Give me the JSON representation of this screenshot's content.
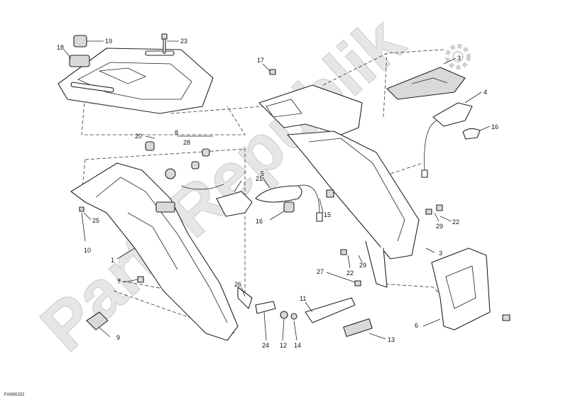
{
  "watermark": {
    "text": "PartsRepublik"
  },
  "drawing_code": "FAN00202",
  "callouts": [
    {
      "id": "c19",
      "text": "19"
    },
    {
      "id": "c23",
      "text": "23"
    },
    {
      "id": "c18",
      "text": "18"
    },
    {
      "id": "c17",
      "text": "17"
    },
    {
      "id": "c3a",
      "text": "3"
    },
    {
      "id": "c4",
      "text": "4"
    },
    {
      "id": "c16a",
      "text": "16"
    },
    {
      "id": "c20",
      "text": "20"
    },
    {
      "id": "c8",
      "text": "8"
    },
    {
      "id": "c28",
      "text": "28"
    },
    {
      "id": "c21",
      "text": "21"
    },
    {
      "id": "c5",
      "text": "5"
    },
    {
      "id": "c16b",
      "text": "16"
    },
    {
      "id": "c15",
      "text": "15"
    },
    {
      "id": "c25",
      "text": "25"
    },
    {
      "id": "c10",
      "text": "10"
    },
    {
      "id": "c1",
      "text": "1"
    },
    {
      "id": "c22a",
      "text": "22"
    },
    {
      "id": "c29a",
      "text": "29"
    },
    {
      "id": "c3b",
      "text": "3"
    },
    {
      "id": "c29b",
      "text": "29"
    },
    {
      "id": "c22b",
      "text": "22"
    },
    {
      "id": "c27",
      "text": "27"
    },
    {
      "id": "c7",
      "text": "7"
    },
    {
      "id": "c26",
      "text": "26"
    },
    {
      "id": "c11",
      "text": "11"
    },
    {
      "id": "c6",
      "text": "6"
    },
    {
      "id": "c9",
      "text": "9"
    },
    {
      "id": "c24",
      "text": "24"
    },
    {
      "id": "c12",
      "text": "12"
    },
    {
      "id": "c14",
      "text": "14"
    },
    {
      "id": "c13",
      "text": "13"
    }
  ]
}
